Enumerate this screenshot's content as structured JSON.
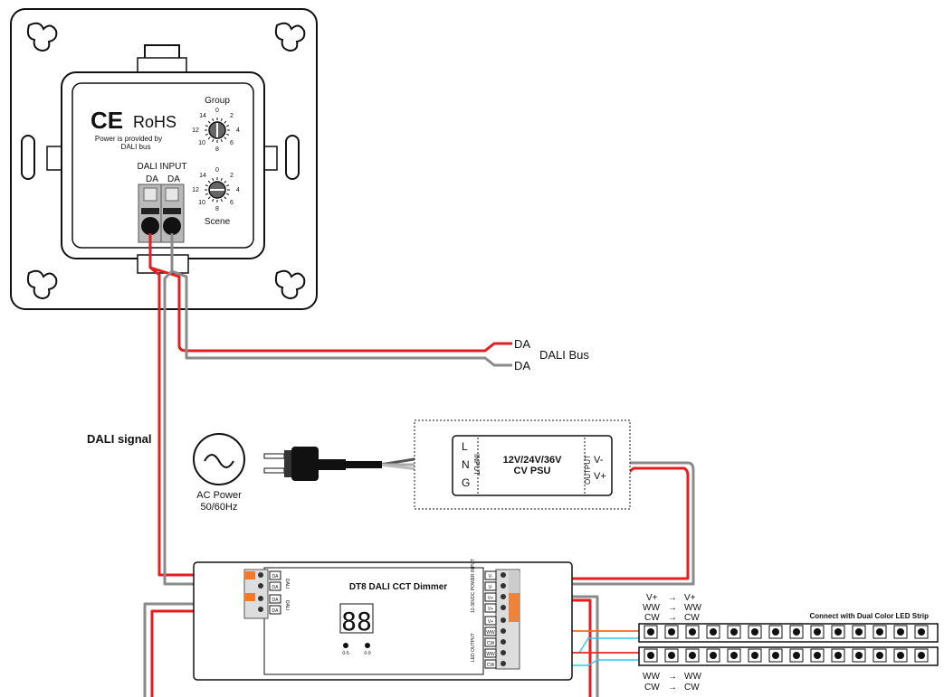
{
  "panel": {
    "ce_mark": "CE",
    "rohs": "RoHS",
    "power_note_line1": "Power is provided by",
    "power_note_line2": "DALI bus",
    "dali_input": "DALI INPUT",
    "term_left": "DA",
    "term_right": "DA",
    "group_label": "Group",
    "scene_label": "Scene",
    "dial_labels": [
      "0",
      "2",
      "4",
      "6",
      "8",
      "10",
      "12",
      "14"
    ]
  },
  "bus": {
    "da_top": "DA",
    "da_bottom": "DA",
    "bus_label": "DALI Bus"
  },
  "dali_signal": "DALI signal",
  "ac_power": {
    "line1": "AC Power",
    "line2": "50/60Hz"
  },
  "psu": {
    "in_l": "L",
    "in_n": "N",
    "in_g": "G",
    "input_label": "INPUT",
    "title_line1": "12V/24V/36V",
    "title_line2": "CV PSU",
    "output_label": "OUTPUT",
    "out_neg": "V-",
    "out_pos": "V+"
  },
  "dimmer": {
    "title": "DT8 DALI CCT Dimmer",
    "dali_terms": [
      "DA",
      "DA",
      "DA",
      "DA"
    ],
    "dali_side": "DALI",
    "display": "88",
    "knob1_label": "0-5",
    "knob2_label": "0-9",
    "power_input_label": "12-36VDC POWER INPUT",
    "power_terms": [
      "V-",
      "V-",
      "V+",
      "V+"
    ],
    "led_output_label": "LED OUTPUT",
    "output_terms": [
      "V+",
      "WW",
      "CW",
      "WW",
      "CW"
    ]
  },
  "led": {
    "map_top": [
      [
        "V+",
        "V+"
      ],
      [
        "WW",
        "WW"
      ],
      [
        "CW",
        "CW"
      ]
    ],
    "map_bottom": [
      [
        "WW",
        "WW"
      ],
      [
        "CW",
        "CW"
      ]
    ],
    "arrow": "→",
    "strip_label": "Connect with Dual Color LED Strip"
  },
  "colors": {
    "red_wire": "#e41e1e",
    "gray_wire": "#8a8a8a",
    "orange_terminal": "#f07a2a",
    "cyan_wire": "#36c6e6"
  }
}
